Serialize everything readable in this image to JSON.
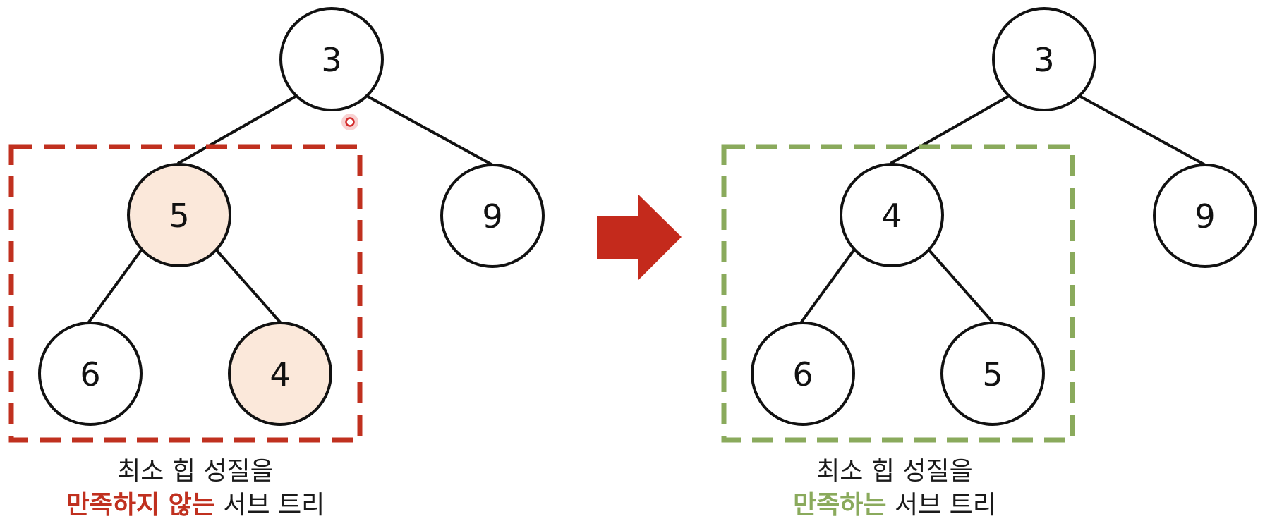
{
  "colors": {
    "accent_bad": "#c0301f",
    "accent_good": "#8aaa5c",
    "highlight_fill": "#fbe8da",
    "node_stroke": "#111111",
    "arrow": "#c42a1c"
  },
  "left_tree": {
    "root": "3",
    "left": "5",
    "right": "9",
    "left_left": "6",
    "left_right": "4",
    "highlighted": [
      "left",
      "left_right"
    ],
    "caption_line1": "최소 힙 성질을",
    "caption_highlight": "만족하지 않는",
    "caption_rest": " 서브 트리"
  },
  "right_tree": {
    "root": "3",
    "left": "4",
    "right": "9",
    "left_left": "6",
    "left_right": "5",
    "caption_line1": "최소 힙 성질을",
    "caption_highlight": "만족하는",
    "caption_rest": " 서브 트리"
  }
}
